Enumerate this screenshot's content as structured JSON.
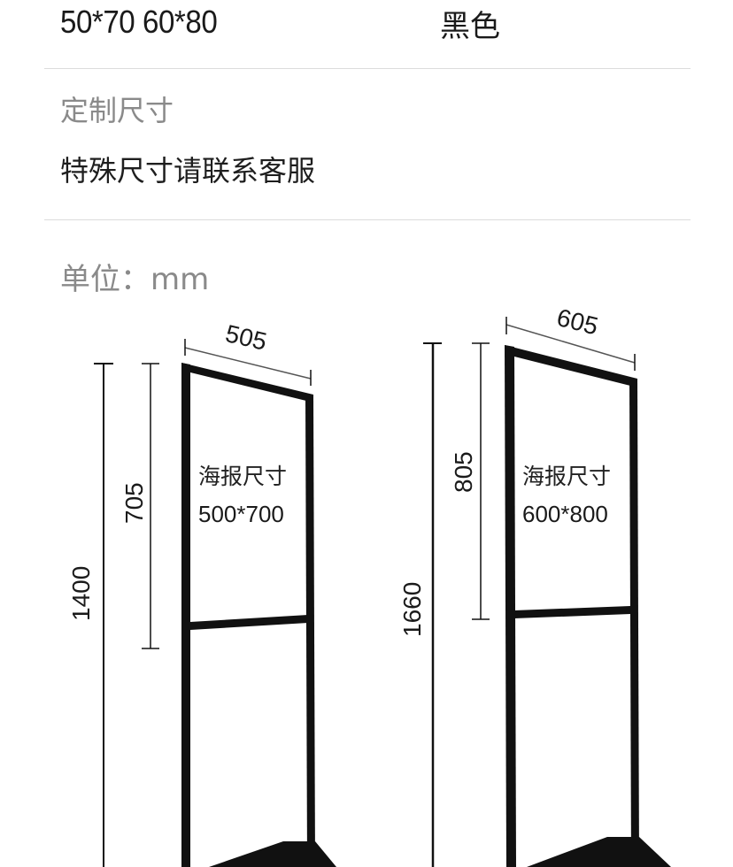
{
  "spec_row": {
    "size_value": "50*70 60*80",
    "color_value": "黑色"
  },
  "custom_size": {
    "label": "定制尺寸",
    "value": "特殊尺寸请联系客服"
  },
  "unit_label": "单位：mm",
  "stands": [
    {
      "top_width": "505",
      "frame_height": "705",
      "total_height": "1400",
      "poster_label": "海报尺寸",
      "poster_size": "500*700"
    },
    {
      "top_width": "605",
      "frame_height": "805",
      "total_height": "1660",
      "poster_label": "海报尺寸",
      "poster_size": "600*800"
    }
  ],
  "colors": {
    "frame": "#111111",
    "divider": "#dcdcdc",
    "label_gray": "#8a8a8a"
  }
}
